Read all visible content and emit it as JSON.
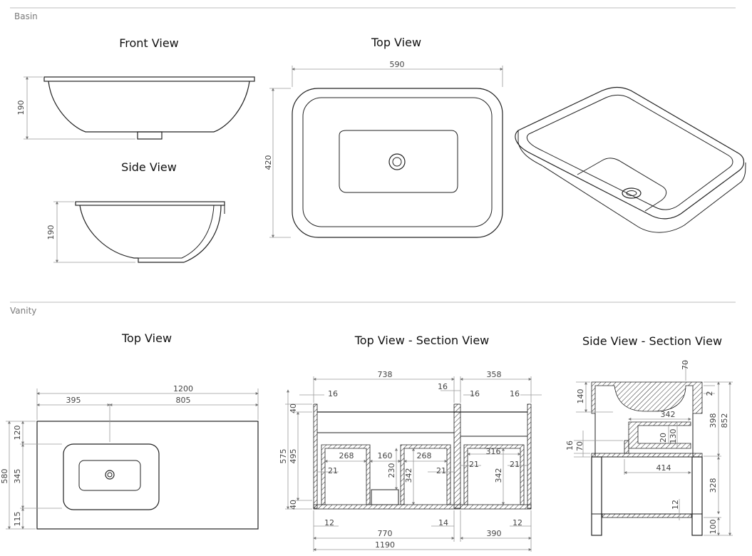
{
  "sections": {
    "basin": "Basin",
    "vanity": "Vanity"
  },
  "titles": {
    "front_view": "Front View",
    "top_view": "Top View",
    "side_view": "Side View",
    "vanity_top_view": "Top View",
    "top_section_view": "Top View - Section View",
    "side_section_view": "Side View - Section View"
  },
  "dims": {
    "front_height": "190",
    "side_height": "190",
    "top_width": "590",
    "top_height": "420",
    "v_total_width": "1200",
    "v_left": "395",
    "v_right": "805",
    "v_depth": "580",
    "v_d1": "120",
    "v_d2": "345",
    "v_d3": "115",
    "s_738": "738",
    "s_358": "358",
    "s_16a": "16",
    "s_16b": "16",
    "s_16c": "16",
    "s_16d": "16",
    "s_40a": "40",
    "s_40b": "40",
    "s_575": "575",
    "s_495": "495",
    "s_268a": "268",
    "s_160": "160",
    "s_268b": "268",
    "s_316": "316",
    "s_21a": "21",
    "s_21b": "21",
    "s_21c": "21",
    "s_21d": "21",
    "s_230": "230",
    "s_342a": "342",
    "s_342b": "342",
    "s_12a": "12",
    "s_14": "14",
    "s_12b": "12",
    "s_770": "770",
    "s_390": "390",
    "s_1190": "1190",
    "r_70a": "70",
    "r_140": "140",
    "r_2": "2",
    "r_398": "398",
    "r_852": "852",
    "r_342": "342",
    "r_20": "20",
    "r_130": "130",
    "r_16": "16",
    "r_70b": "70",
    "r_414": "414",
    "r_328": "328",
    "r_12": "12",
    "r_100": "100"
  }
}
